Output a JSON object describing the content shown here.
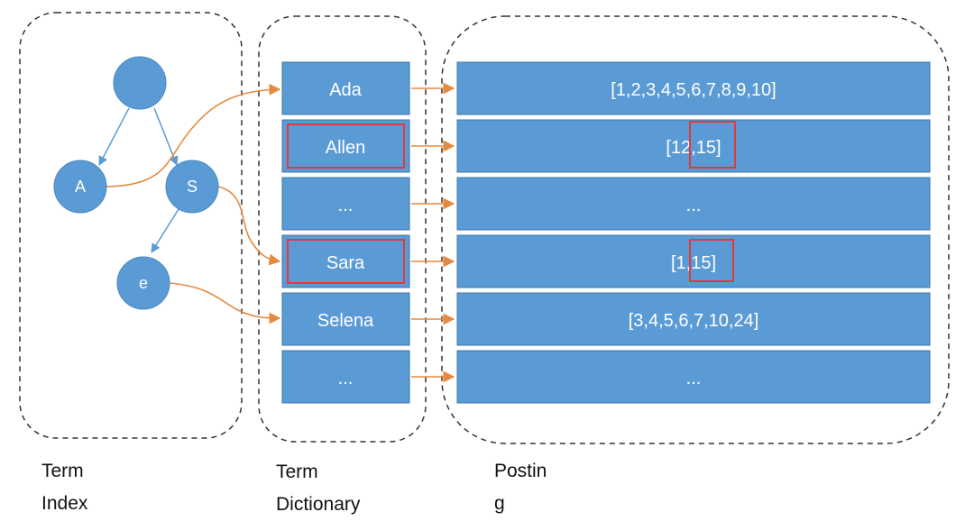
{
  "tree": {
    "root": "",
    "nodes": {
      "a": "A",
      "s": "S",
      "e": "e"
    }
  },
  "dictionary": {
    "terms": [
      "Ada",
      "Allen",
      "...",
      "Sara",
      "Selena",
      "..."
    ]
  },
  "postings": {
    "lists": [
      "[1,2,3,4,5,6,7,8,9,10]",
      "[12,15]",
      "...",
      "[1,15]",
      "[3,4,5,6,7,10,24]",
      "..."
    ]
  },
  "captions": {
    "term_index": {
      "line1": "Term",
      "line2": "Index"
    },
    "term_dictionary": {
      "line1": "Term",
      "line2": "Dictionary"
    },
    "posting": {
      "line1": "Postin",
      "line2": "g"
    }
  },
  "colors": {
    "node_fill": "#5b9bd5",
    "cell_fill": "#5b9bd5",
    "cell_border": "#3f76a8",
    "arrow": "#e58a3f",
    "tree_edge": "#5b9bd5",
    "highlight": "#e23a3a",
    "dashed_border": "#333333"
  }
}
